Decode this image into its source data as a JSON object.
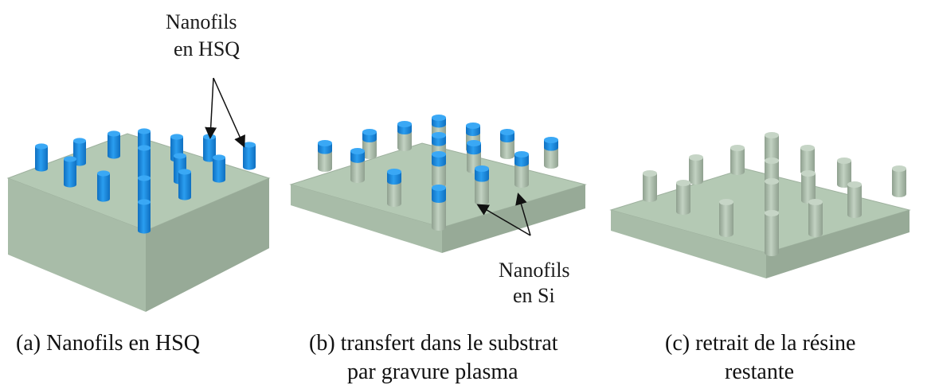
{
  "annotations": {
    "hsq_line1": "Nanofils",
    "hsq_line2": "en HSQ",
    "si_line1": "Nanofils",
    "si_line2": "en Si"
  },
  "captions": {
    "a_line1": "(a) Nanofils en HSQ",
    "b_line1": "(b) transfert dans le substrat",
    "b_line2": "par gravure plasma",
    "c_line1": "(c) retrait de la résine",
    "c_line2": "restante"
  },
  "colors": {
    "substrate_top": "#b4c9b4",
    "substrate_left": "#a9bda9",
    "substrate_right": "#98ab98",
    "hsq_wire": "#1f8fe0",
    "hsq_wire_dark": "#1172c0",
    "si_wire": "#aebfae",
    "si_wire_dark": "#8fa08f"
  }
}
